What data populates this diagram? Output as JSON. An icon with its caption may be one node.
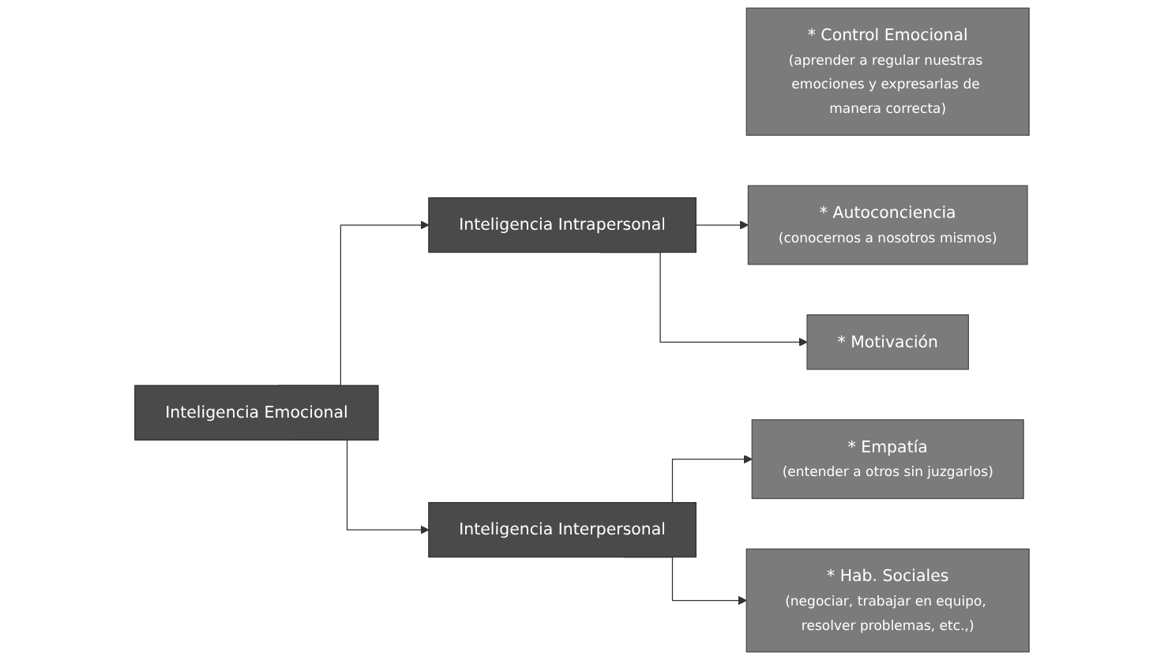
{
  "diagram": {
    "nodes": [
      {
        "text": [
          "Inteligencia Emocional"
        ]
      },
      {
        "text": [
          "Inteligencia Intrapersonal"
        ]
      },
      {
        "text": [
          "* Autoconciencia",
          "(conocernos a nosotros mismos)"
        ]
      },
      {
        "text": [
          "* Control Emocional",
          "(aprender a regular nuestras emociones y expresarlas de manera correcta)"
        ]
      },
      {
        "text": [
          "* Motivación"
        ]
      },
      {
        "text": [
          "Inteligencia Interpersonal"
        ]
      },
      {
        "text": [
          "* Empatía",
          "(entender a otros sin juzgarlos)"
        ]
      },
      {
        "text": [
          "* Hab. Sociales",
          "(negociar, trabajar en equipo, resolver problemas, etc.,)"
        ]
      }
    ],
    "edges": [
      {
        "from": 0,
        "to": 1,
        "arrow": "to"
      },
      {
        "from": 0,
        "to": 5,
        "arrow": "to"
      },
      {
        "from": 1,
        "to": 2,
        "arrow": "to"
      },
      {
        "from": 1,
        "to": 4,
        "arrow": "to"
      },
      {
        "from": 5,
        "to": 6,
        "arrow": "to"
      },
      {
        "from": 5,
        "to": 7,
        "arrow": "to"
      }
    ]
  }
}
